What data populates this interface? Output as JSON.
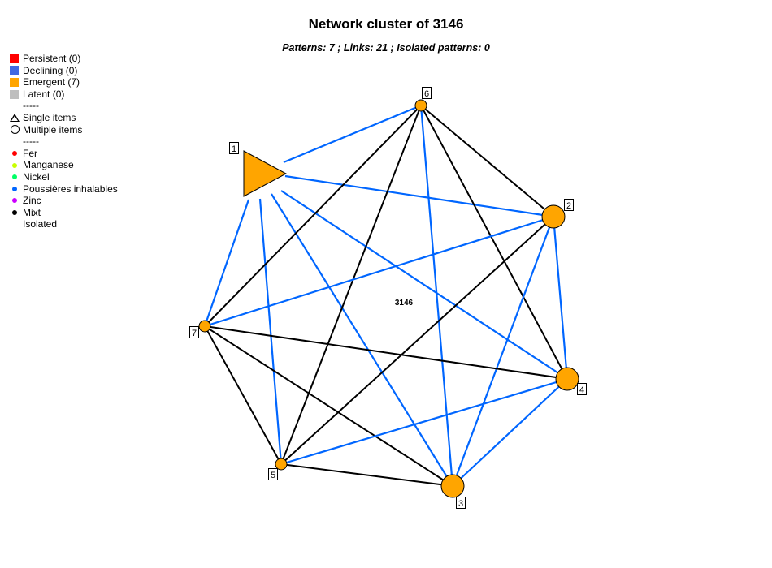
{
  "title": "Network cluster of 3146",
  "subtitle": "Patterns: 7 ; Links: 21 ; Isolated patterns: 0",
  "center_label": "3146",
  "legend": {
    "status": [
      {
        "label": "Persistent (0)",
        "color": "#ff0000"
      },
      {
        "label": "Declining (0)",
        "color": "#4169e1"
      },
      {
        "label": "Emergent (7)",
        "color": "#ffa500"
      },
      {
        "label": "Latent (0)",
        "color": "#bebebe"
      }
    ],
    "separator1": "-----",
    "shapes": [
      {
        "label": "Single items",
        "icon": "triangle"
      },
      {
        "label": "Multiple items",
        "icon": "circle"
      }
    ],
    "separator2": "-----",
    "items": [
      {
        "label": "Fer",
        "color": "#ff0000"
      },
      {
        "label": "Manganese",
        "color": "#c8ff00"
      },
      {
        "label": "Nickel",
        "color": "#00ff66"
      },
      {
        "label": "Poussières inhalables",
        "color": "#0066ff"
      },
      {
        "label": "Zinc",
        "color": "#cc00ff"
      },
      {
        "label": "Mixt",
        "color": "#000000"
      }
    ],
    "isolated_label": "Isolated"
  },
  "node_color": "#ffa500",
  "nodes": [
    {
      "id": "1",
      "shape": "triangle",
      "size": "large"
    },
    {
      "id": "2",
      "shape": "circle",
      "size": "medium"
    },
    {
      "id": "3",
      "shape": "circle",
      "size": "medium"
    },
    {
      "id": "4",
      "shape": "circle",
      "size": "medium"
    },
    {
      "id": "5",
      "shape": "circle",
      "size": "small"
    },
    {
      "id": "6",
      "shape": "circle",
      "size": "small"
    },
    {
      "id": "7",
      "shape": "circle",
      "size": "small"
    }
  ],
  "links": [
    {
      "from": "1",
      "to": "6",
      "type": "Poussières inhalables"
    },
    {
      "from": "1",
      "to": "2",
      "type": "Poussières inhalables"
    },
    {
      "from": "1",
      "to": "7",
      "type": "Poussières inhalables"
    },
    {
      "from": "1",
      "to": "5",
      "type": "Poussières inhalables"
    },
    {
      "from": "1",
      "to": "3",
      "type": "Poussières inhalables"
    },
    {
      "from": "1",
      "to": "4",
      "type": "Poussières inhalables"
    },
    {
      "from": "6",
      "to": "2",
      "type": "Mixt"
    },
    {
      "from": "6",
      "to": "4",
      "type": "Mixt"
    },
    {
      "from": "6",
      "to": "7",
      "type": "Mixt"
    },
    {
      "from": "6",
      "to": "5",
      "type": "Mixt"
    },
    {
      "from": "6",
      "to": "3",
      "type": "Poussières inhalables"
    },
    {
      "from": "2",
      "to": "7",
      "type": "Poussières inhalables"
    },
    {
      "from": "2",
      "to": "5",
      "type": "Mixt"
    },
    {
      "from": "2",
      "to": "4",
      "type": "Poussières inhalables"
    },
    {
      "from": "2",
      "to": "3",
      "type": "Poussières inhalables"
    },
    {
      "from": "7",
      "to": "4",
      "type": "Mixt"
    },
    {
      "from": "7",
      "to": "3",
      "type": "Mixt"
    },
    {
      "from": "7",
      "to": "5",
      "type": "Mixt"
    },
    {
      "from": "5",
      "to": "4",
      "type": "Poussières inhalables"
    },
    {
      "from": "5",
      "to": "3",
      "type": "Mixt"
    },
    {
      "from": "4",
      "to": "3",
      "type": "Poussières inhalables"
    }
  ]
}
